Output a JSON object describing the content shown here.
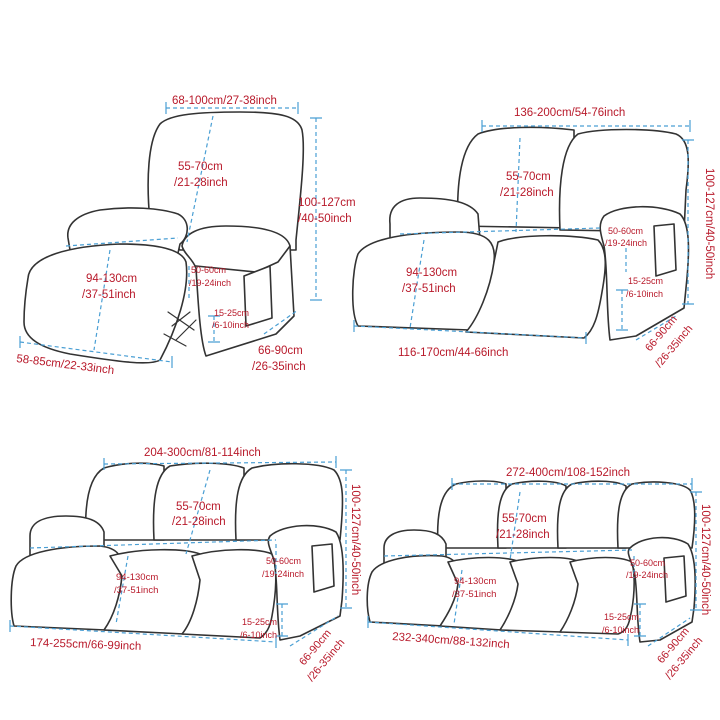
{
  "colors": {
    "dimension_text": "#b8192a",
    "dimension_line": "#4a9fd4",
    "outline": "#333333"
  },
  "recliner_1": {
    "width": "68-100cm/27-38inch",
    "back_h1": "55-70cm",
    "back_h2": "/21-28inch",
    "height": "100-127cm",
    "height2": "/40-50inch",
    "footrest1": "94-130cm",
    "footrest2": "/37-51inch",
    "arm1": "50-60cm",
    "arm2": "/19-24inch",
    "armw1": "15-25cm",
    "armw2": "/6-10inch",
    "depth1": "66-90cm",
    "depth2": "/26-35inch",
    "seatw": "58-85cm/22-33inch"
  },
  "recliner_2": {
    "width": "136-200cm/54-76inch",
    "back_h1": "55-70cm",
    "back_h2": "/21-28inch",
    "height": "100-127cm/40-50inch",
    "footrest1": "94-130cm",
    "footrest2": "/37-51inch",
    "arm1": "50-60cm",
    "arm2": "/19-24inch",
    "armw1": "15-25cm",
    "armw2": "/6-10inch",
    "seatw": "116-170cm/44-66inch",
    "depth1": "66-90cm",
    "depth2": "/26-35inch"
  },
  "recliner_3": {
    "width": "204-300cm/81-114inch",
    "back_h1": "55-70cm",
    "back_h2": "/21-28inch",
    "height": "100-127cm/40-50inch",
    "arm1": "50-60cm",
    "arm2": "/19-24inch",
    "footrest1": "94-130cm",
    "footrest2": "/37-51inch",
    "armw1": "15-25cm",
    "armw2": "/6-10inch",
    "seatw": "174-255cm/66-99inch",
    "depth1": "66-90cm",
    "depth2": "/26-35inch"
  },
  "recliner_4": {
    "width": "272-400cm/108-152inch",
    "back_h1": "55-70cm",
    "back_h2": "/21-28inch",
    "height": "100-127cm/40-50inch",
    "arm1": "50-60cm",
    "arm2": "/19-24inch",
    "footrest1": "94-130cm",
    "footrest2": "/37-51inch",
    "armw1": "15-25cm",
    "armw2": "/6-10inch",
    "seatw": "232-340cm/88-132inch",
    "depth1": "66-90cm",
    "depth2": "/26-35inch"
  }
}
